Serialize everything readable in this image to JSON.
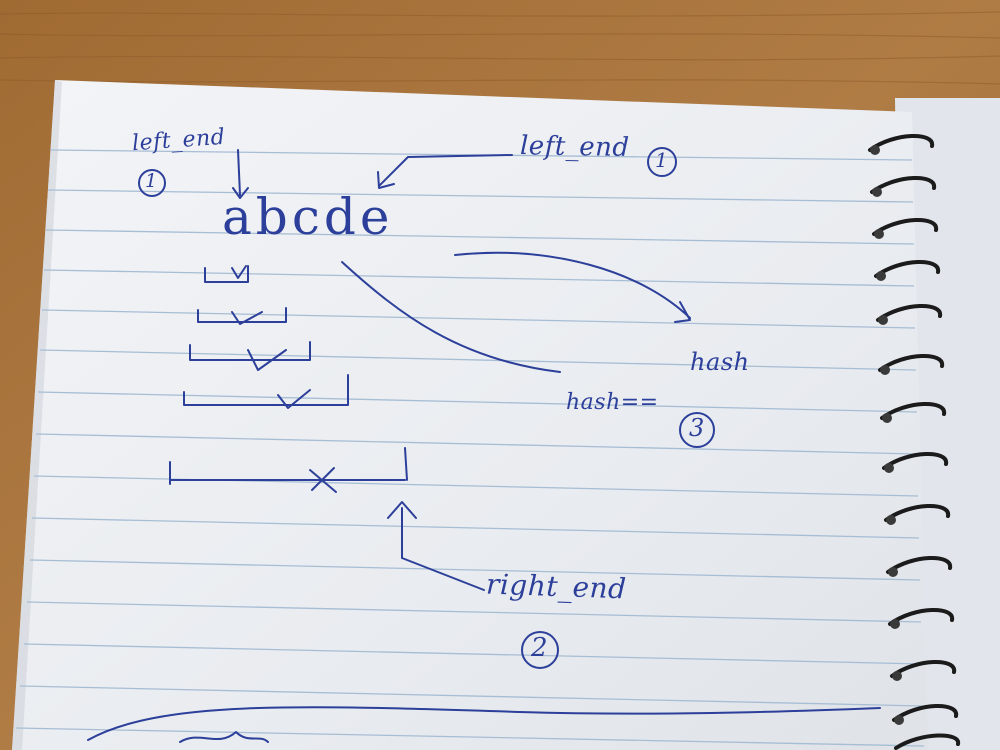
{
  "colors": {
    "desk": "#a2703a",
    "paper": "#eef0f3",
    "rule_line": "#9fb6cf",
    "ink": "#2c3f9a",
    "spiral_wire": "#1a1a1a"
  },
  "notebook": {
    "annotations": {
      "left_end_1": "left_end",
      "left_end_1_circle": "1",
      "left_end_2": "left_end",
      "left_end_2_circle": "1",
      "string": "abcde",
      "hash_label": "hash",
      "hash_equals": "hash==",
      "hash_circle": "3",
      "right_end": "right_end",
      "right_end_circle": "2"
    },
    "line_count": 15,
    "spiral_rings": 14
  }
}
